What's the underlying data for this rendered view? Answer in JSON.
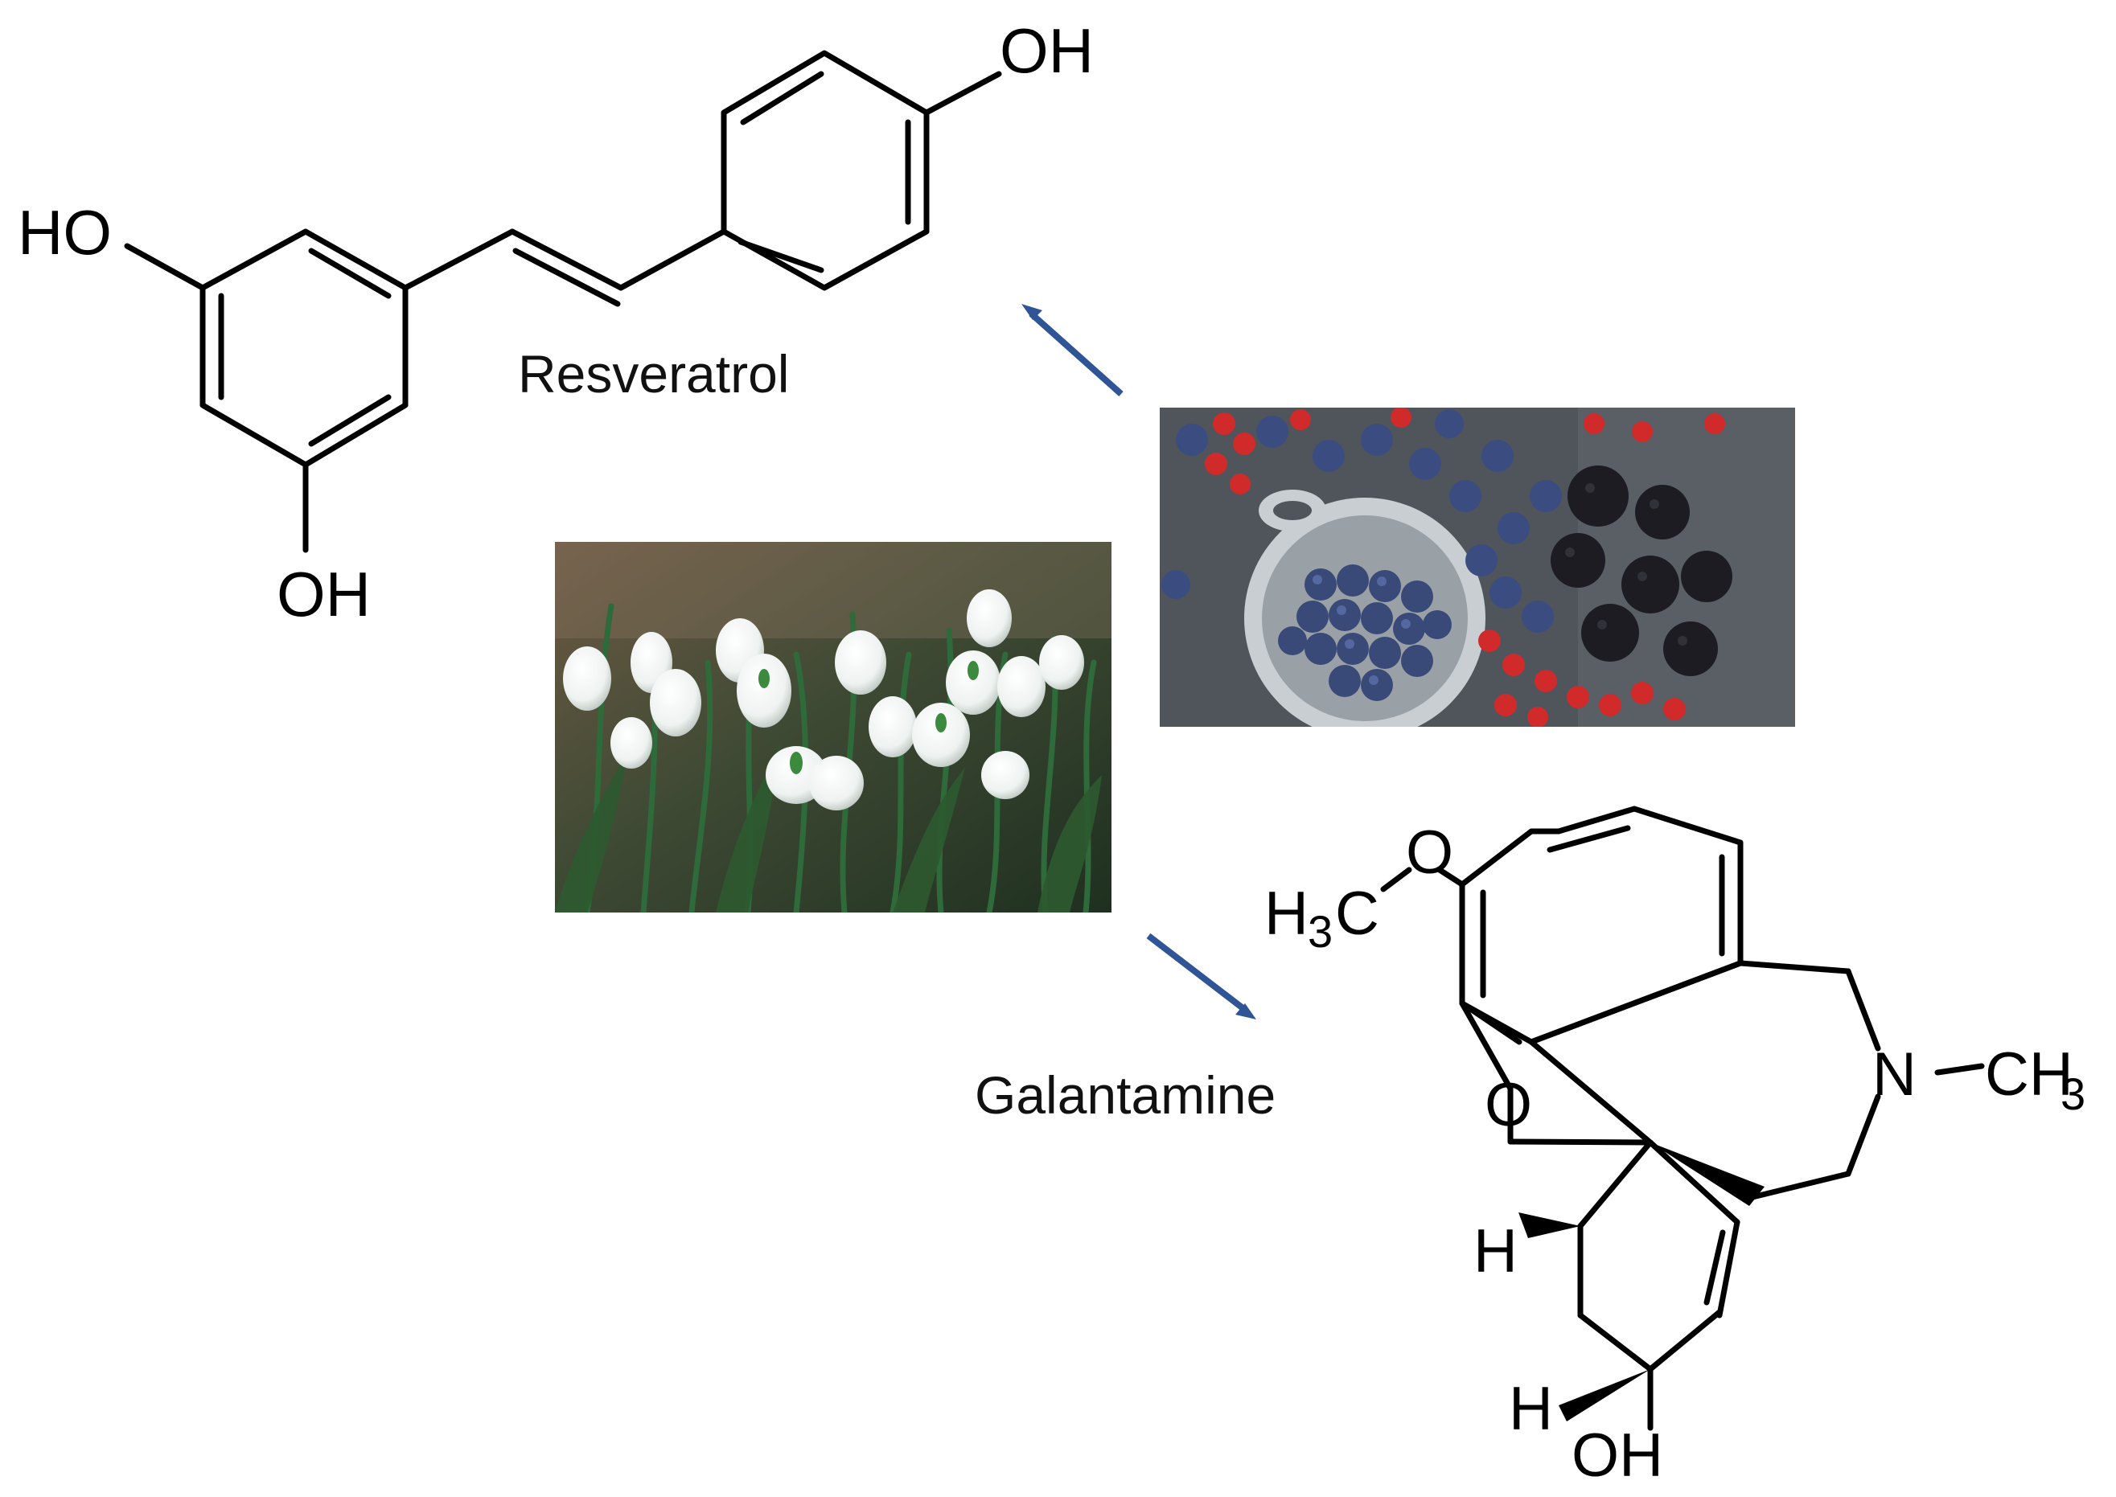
{
  "compounds": {
    "resveratrol": {
      "name": "Resveratrol",
      "atoms": {
        "oh_top": "OH",
        "ho_left": "HO",
        "oh_bottom": "OH"
      }
    },
    "galantamine": {
      "name": "Galantamine",
      "atoms": {
        "methyl_c": "C",
        "methyl_h": "H",
        "methyl_sub": "3",
        "ether_o": "O",
        "ring_o": "O",
        "nitrogen": "N",
        "n_methyl_c": "CH",
        "n_methyl_sub": "3",
        "h_upper": "H",
        "h_lower": "H",
        "oh": "OH"
      }
    }
  },
  "photos": {
    "snowdrop": {
      "subject": "snowdrop flowers"
    },
    "berries": {
      "subject": "blueberries, red currants and blackberries"
    }
  },
  "arrows": {
    "color": "#2f5597"
  }
}
